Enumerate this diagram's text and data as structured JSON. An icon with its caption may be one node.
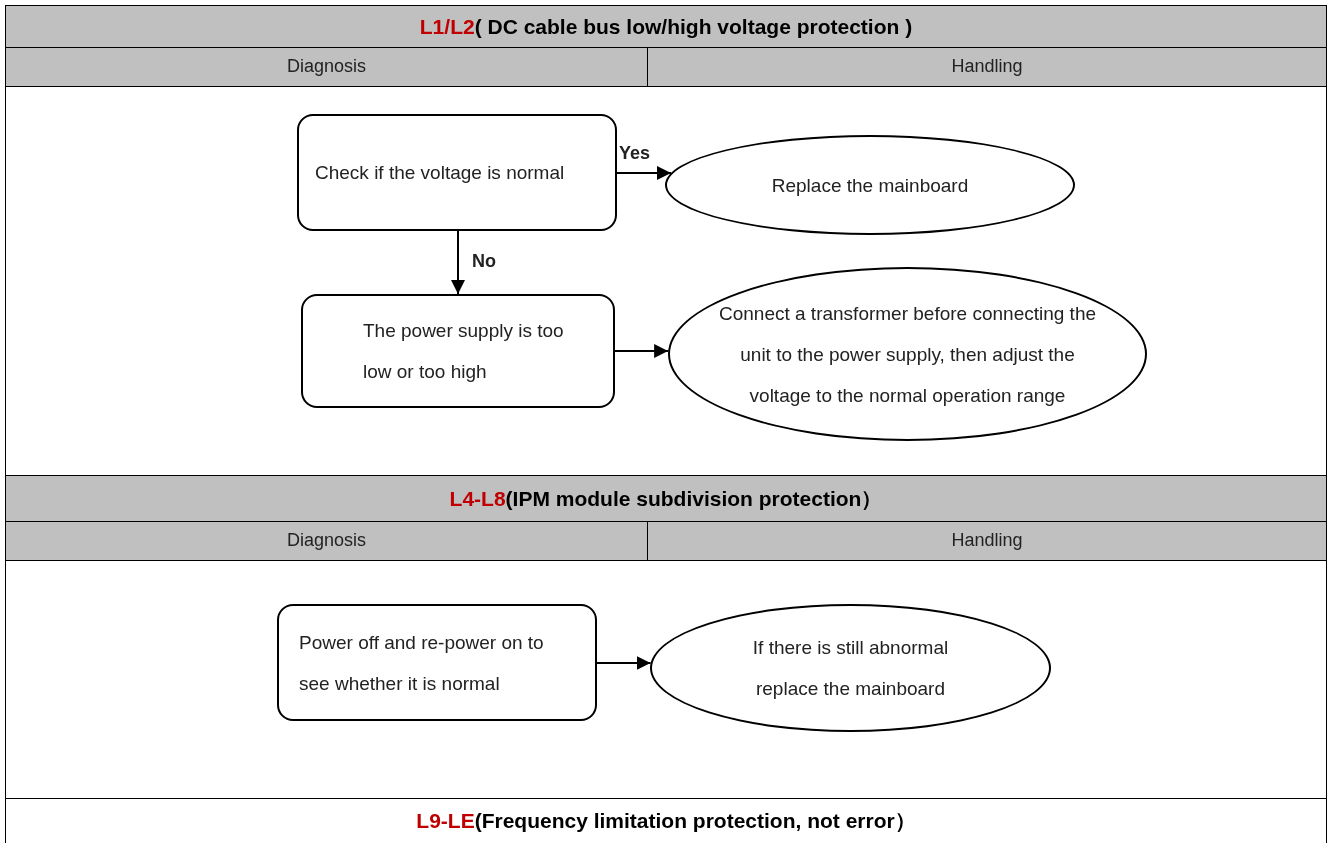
{
  "diagram": {
    "nodes": [
      {
        "text": [
          "L1/L2",
          "( DC cable bus low/high voltage protection )"
        ]
      },
      {
        "text": [
          "Check if the voltage is normal"
        ]
      },
      {
        "text": [
          "Replace the mainboard"
        ]
      },
      {
        "text": [
          "The power supply is too low or too high"
        ]
      },
      {
        "text": [
          "Connect a transformer before connecting the unit to the power supply, then adjust the voltage to the normal operation range"
        ]
      },
      {
        "text": [
          "L4-L8",
          "(IPM module subdivision protection）"
        ]
      },
      {
        "text": [
          "Power off and re-power on to see whether it is normal"
        ]
      },
      {
        "text": [
          "If there is still abnormal replace the mainboard"
        ]
      },
      {
        "text": [
          "L9-LE",
          "(Frequency limitation protection, not error）"
        ]
      }
    ],
    "edges": [
      {
        "from": 1,
        "to": 2,
        "arrow": "to",
        "label": "Yes"
      },
      {
        "from": 1,
        "to": 3,
        "arrow": "to",
        "label": "No"
      },
      {
        "from": 3,
        "to": 4,
        "arrow": "to"
      },
      {
        "from": 6,
        "to": 7,
        "arrow": "to"
      }
    ],
    "labels": [
      "Diagnosis",
      "Handling",
      "Diagnosis",
      "Handling"
    ]
  }
}
